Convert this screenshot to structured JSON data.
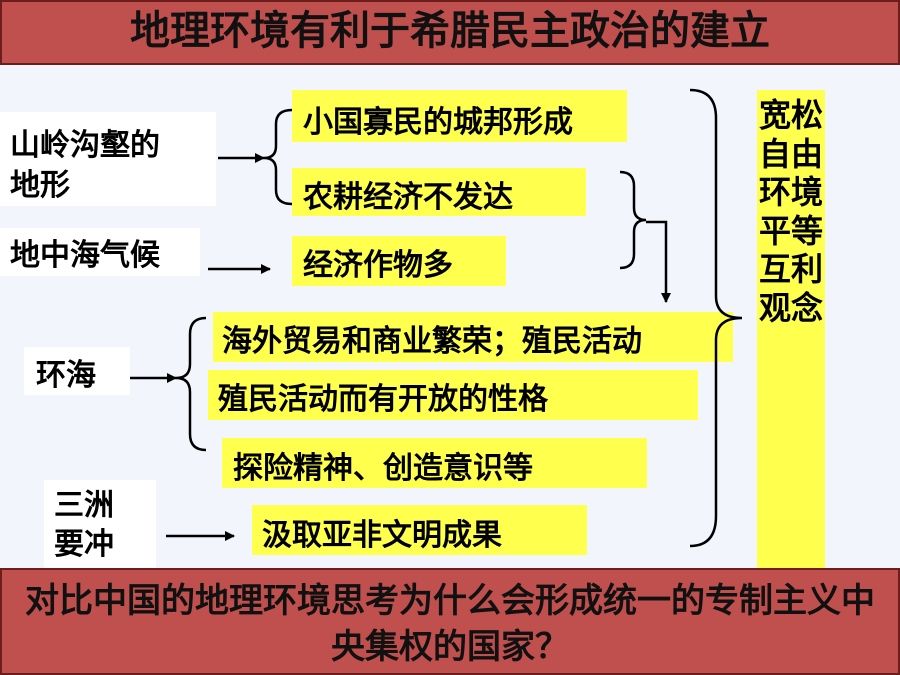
{
  "title": "地理环境有利于希腊民主政治的建立",
  "causes": {
    "mountain": "山岭沟壑的地形",
    "mountain_line1": "山岭沟壑的",
    "mountain_line2": "地形",
    "climate": "地中海气候",
    "sea": "环海",
    "crossroads_line1": "三洲",
    "crossroads_line2": "要冲"
  },
  "effects": [
    "小国寡民的城邦形成",
    "农耕经济不发达",
    "经济作物多",
    "海外贸易和商业繁荣；殖民活动",
    "殖民活动而有开放的性格",
    "探险精神、创造意识等",
    "汲取亚非文明成果"
  ],
  "result": "宽松自由环境平等互利观念",
  "question": "对比中国的地理环境思考为什么会形成统一的专制主义中央集权的国家？",
  "colors": {
    "title_bg": "#c0504d",
    "box_yellow": "#ffff4d",
    "bg": "#f2f6fc"
  }
}
